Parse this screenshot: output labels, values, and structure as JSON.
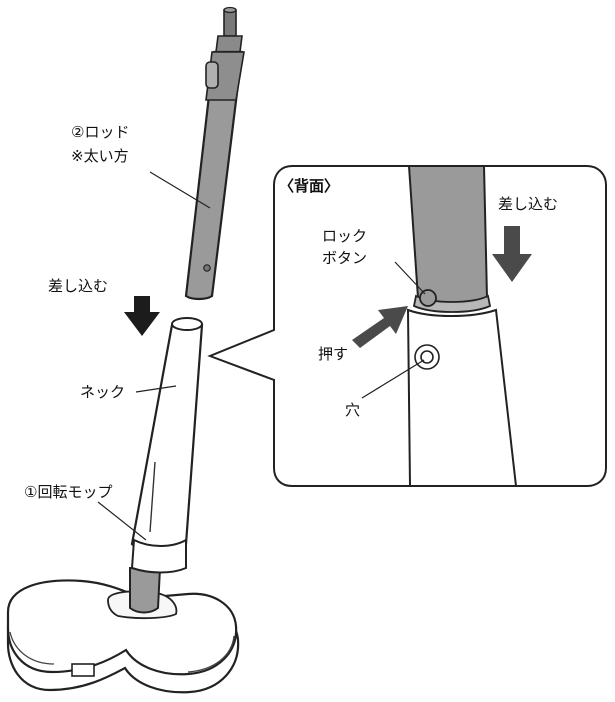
{
  "labels": {
    "rod_line1": "②ロッド",
    "rod_line2": "※太い方",
    "insert_left": "差し込む",
    "neck": "ネック",
    "mop": "①回転モップ",
    "back_title": "〈背面〉",
    "insert_right": "差し込む",
    "lock_line1": "ロック",
    "lock_line2": "ボタン",
    "push": "押す",
    "hole": "穴"
  },
  "colors": {
    "rod_fill": "#9a9a9a",
    "rod_dark": "#6e6e6e",
    "outline": "#222222",
    "arrow": "#4a4a4a",
    "arrow_black": "#1c1c1c",
    "body_fill": "#ffffff"
  },
  "icons": {
    "arrow_down": "arrow-down-icon",
    "arrow_push": "arrow-upright-icon"
  }
}
